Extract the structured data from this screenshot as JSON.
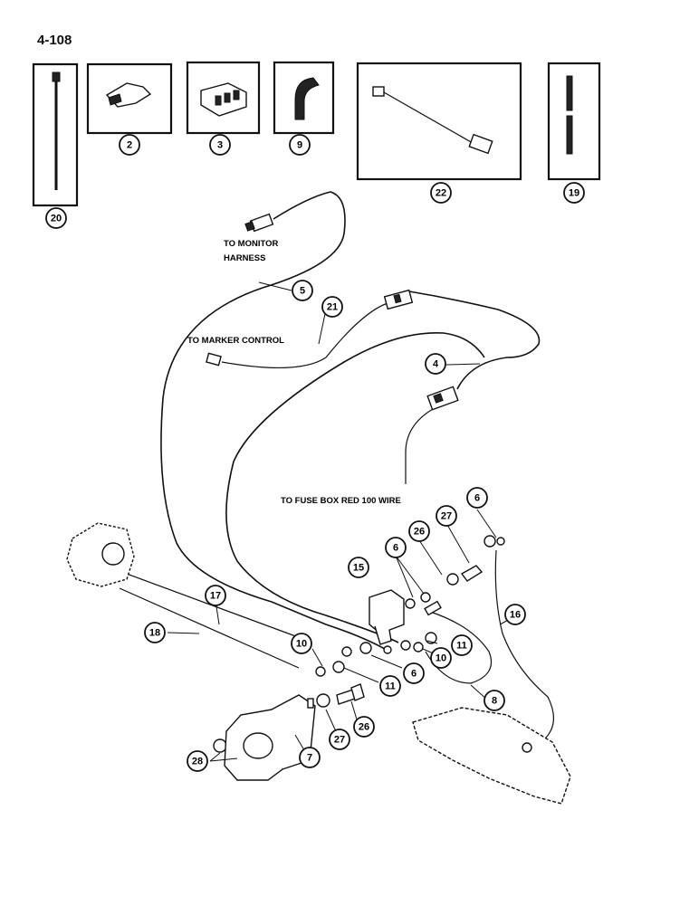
{
  "page": {
    "number": "4-108"
  },
  "labels": {
    "to_monitor_harness_line1": "TO MONITOR",
    "to_monitor_harness_line2": "HARNESS",
    "to_marker_control": "TO MARKER CONTROL",
    "to_fuse_box": "TO FUSE BOX RED 100 WIRE"
  },
  "callouts": [
    {
      "id": "20",
      "label": "20"
    },
    {
      "id": "2",
      "label": "2"
    },
    {
      "id": "3",
      "label": "3"
    },
    {
      "id": "9",
      "label": "9"
    },
    {
      "id": "22",
      "label": "22"
    },
    {
      "id": "19",
      "label": "19"
    },
    {
      "id": "5",
      "label": "5"
    },
    {
      "id": "21",
      "label": "21"
    },
    {
      "id": "4",
      "label": "4"
    },
    {
      "id": "6a",
      "label": "6"
    },
    {
      "id": "26a",
      "label": "26"
    },
    {
      "id": "27a",
      "label": "27"
    },
    {
      "id": "6b",
      "label": "6"
    },
    {
      "id": "15",
      "label": "15"
    },
    {
      "id": "16",
      "label": "16"
    },
    {
      "id": "17",
      "label": "17"
    },
    {
      "id": "18",
      "label": "18"
    },
    {
      "id": "10a",
      "label": "10"
    },
    {
      "id": "11a",
      "label": "11"
    },
    {
      "id": "10b",
      "label": "10"
    },
    {
      "id": "11b",
      "label": "11"
    },
    {
      "id": "6c",
      "label": "6"
    },
    {
      "id": "8",
      "label": "8"
    },
    {
      "id": "26b",
      "label": "26"
    },
    {
      "id": "27b",
      "label": "27"
    },
    {
      "id": "7",
      "label": "7"
    },
    {
      "id": "28",
      "label": "28"
    }
  ]
}
